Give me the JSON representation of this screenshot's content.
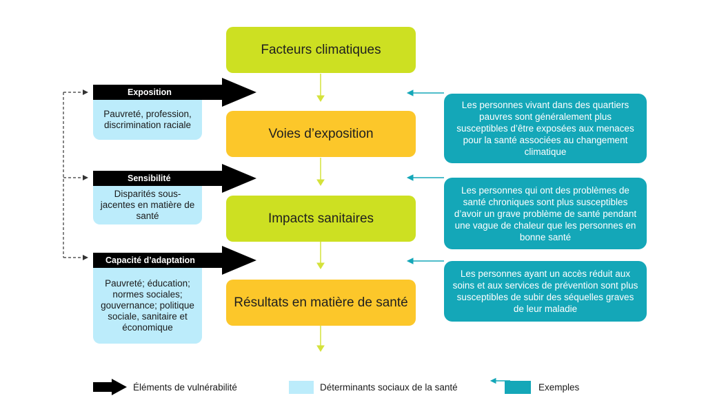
{
  "center": {
    "climate_factors": "Facteurs climatiques",
    "exposure_pathways": "Voies d’exposition",
    "health_impacts": "Impacts sanitaires",
    "health_outcomes": "Résultats en matière de santé"
  },
  "vulnerability": {
    "exposure": {
      "label": "Exposition",
      "determinants": "Pauvreté, profession, discrimination raciale"
    },
    "sensitivity": {
      "label": "Sensibilité",
      "determinants": "Disparités sous-jacentes en matière de santé"
    },
    "adaptive_capacity": {
      "label": "Capacité d’adaptation",
      "determinants": "Pauvreté; éducation; normes sociales; gouvernance; politique sociale, sanitaire et économique"
    }
  },
  "examples": {
    "exposure": "Les personnes vivant dans des quartiers pauvres sont généralement plus susceptibles d’être exposées aux menaces pour la santé associées au changement climatique",
    "sensitivity": "Les personnes qui ont des problèmes de santé chroniques sont plus susceptibles d’avoir un grave problème de santé pendant une vague de chaleur que les personnes en bonne santé",
    "adaptive_capacity": "Les personnes ayant un accès réduit aux soins et aux services de prévention sont plus susceptibles de subir des séquelles graves de leur maladie"
  },
  "legend": {
    "vulnerability": "Éléments de vulnérabilité",
    "social_determinants": "Déterminants sociaux de la santé",
    "examples": "Exemples"
  },
  "colors": {
    "green": "#cde022",
    "yellow": "#fcc72a",
    "light_blue": "#bcecfb",
    "teal": "#14a7b8",
    "black": "#000000"
  }
}
